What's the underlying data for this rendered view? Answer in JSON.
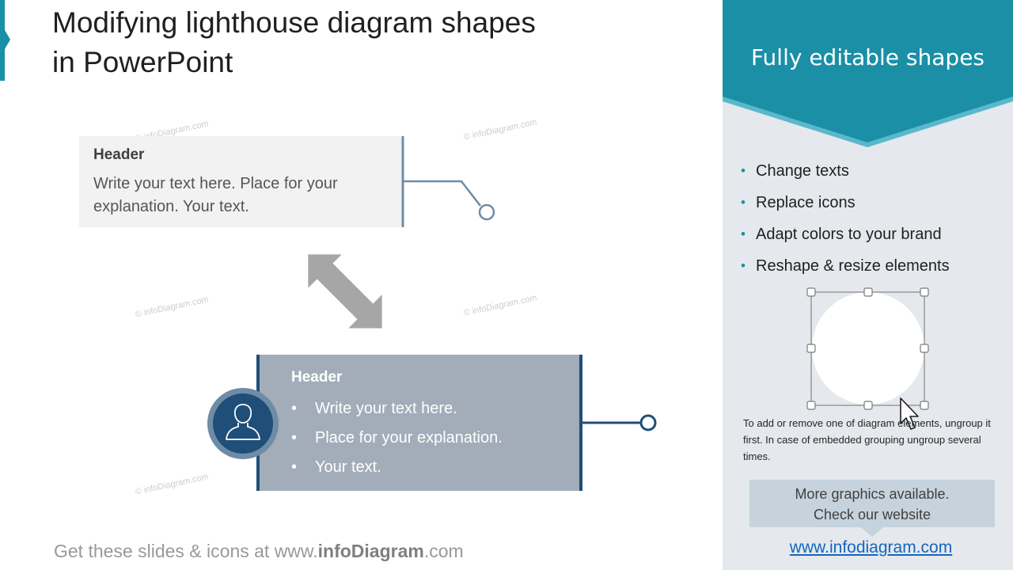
{
  "slide": {
    "title_line1": "Modifying lighthouse diagram shapes",
    "title_line2": "in PowerPoint"
  },
  "watermark": "© infoDiagram.com",
  "box1": {
    "header": "Header",
    "text": "Write your text here. Place for your explanation. Your text."
  },
  "box2": {
    "header": "Header",
    "bullets": [
      "Write your text here.",
      "Place for your explanation.",
      "Your text."
    ],
    "icon": "person-icon"
  },
  "bullet_glyph": "•",
  "panel": {
    "title": "Fully editable shapes",
    "features": [
      "Change texts",
      "Replace icons",
      "Adapt colors to your brand",
      "Reshape & resize elements"
    ],
    "note": "To add or remove one of diagram elements, ungroup it first. In case of embedded grouping ungroup several times.",
    "more_line1": "More graphics available.",
    "more_line2": "Check our website",
    "website": "www.infodiagram.com"
  },
  "footer": {
    "prefix": "Get these slides & icons at www.",
    "brand": "infoDiagram",
    "suffix": ".com"
  },
  "colors": {
    "teal": "#1a8fa6",
    "navy": "#1f4e79",
    "steel": "#6e8ca5",
    "box2_fill": "#a2adb9",
    "arrow": "#a6a6a6"
  }
}
